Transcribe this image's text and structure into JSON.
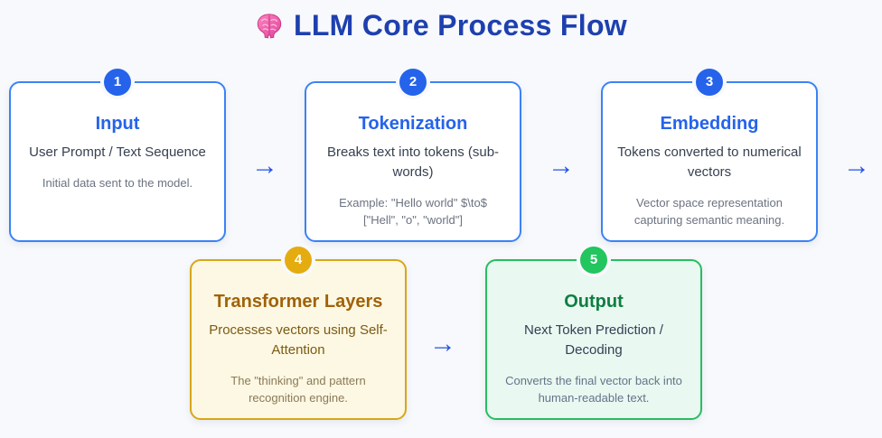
{
  "header": {
    "title": "LLM Core Process Flow",
    "icon": "brain-icon"
  },
  "flow": {
    "arrow_glyph": "→"
  },
  "colors": {
    "background": "#f7f9fc",
    "title_text": "#1e40af",
    "blue_accent": "#2563eb",
    "blue_border": "#3b82f6",
    "gold_border": "#d9a61a",
    "gold_title": "#a16207",
    "gold_background": "#fdf8e3",
    "green_border": "#27bd61",
    "green_title": "#0e7e42",
    "green_background": "#e9f8f0",
    "arrow": "#2753e0",
    "brain_pink": "#ec5fa4"
  },
  "cards": [
    {
      "step": "1",
      "title": "Input",
      "subtitle": "User Prompt / Text Sequence",
      "description": "Initial data sent to the model.",
      "theme": "blue"
    },
    {
      "step": "2",
      "title": "Tokenization",
      "subtitle": "Breaks text into tokens (sub-words)",
      "description": "Example: \"Hello world\" $\\to$ [\"Hell\", \"o\", \"world\"]",
      "theme": "blue"
    },
    {
      "step": "3",
      "title": "Embedding",
      "subtitle": "Tokens converted to numerical vectors",
      "description": "Vector space representation capturing semantic meaning.",
      "theme": "blue"
    },
    {
      "step": "4",
      "title": "Transformer Layers",
      "subtitle": "Processes vectors using Self-Attention",
      "description": "The \"thinking\" and pattern recognition engine.",
      "theme": "gold"
    },
    {
      "step": "5",
      "title": "Output",
      "subtitle": "Next Token Prediction / Decoding",
      "description": "Converts the final vector back into human-readable text.",
      "theme": "green"
    }
  ]
}
